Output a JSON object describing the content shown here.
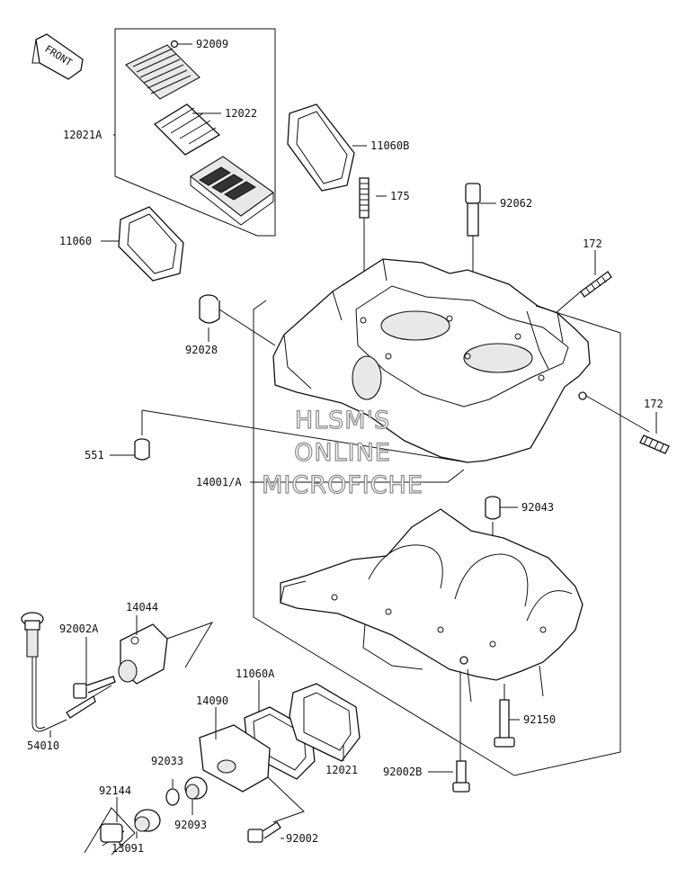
{
  "diagram": {
    "orientation_badge": "FRONT",
    "watermark": [
      "HLSM'S",
      "ONLINE",
      "MICROFICHE"
    ],
    "part_labels": [
      {
        "id": "92009",
        "text": "92009"
      },
      {
        "id": "12022",
        "text": "12022"
      },
      {
        "id": "12021A",
        "text": "12021A"
      },
      {
        "id": "11060B",
        "text": "11060B"
      },
      {
        "id": "175",
        "text": "175"
      },
      {
        "id": "92062",
        "text": "92062"
      },
      {
        "id": "11060",
        "text": "11060"
      },
      {
        "id": "172-top",
        "text": "172"
      },
      {
        "id": "92028",
        "text": "92028"
      },
      {
        "id": "172-right",
        "text": "172"
      },
      {
        "id": "551",
        "text": "551"
      },
      {
        "id": "14001A",
        "text": "14001/A"
      },
      {
        "id": "92043",
        "text": "92043"
      },
      {
        "id": "14044",
        "text": "14044"
      },
      {
        "id": "92002A",
        "text": "92002A"
      },
      {
        "id": "11060A",
        "text": "11060A"
      },
      {
        "id": "14090",
        "text": "14090"
      },
      {
        "id": "54010",
        "text": "54010"
      },
      {
        "id": "92150",
        "text": "92150"
      },
      {
        "id": "92033",
        "text": "92033"
      },
      {
        "id": "12021",
        "text": "12021"
      },
      {
        "id": "92002B",
        "text": "92002B"
      },
      {
        "id": "92144",
        "text": "92144"
      },
      {
        "id": "92093",
        "text": "92093"
      },
      {
        "id": "92002",
        "text": "92002"
      },
      {
        "id": "13091",
        "text": "13091"
      }
    ]
  }
}
